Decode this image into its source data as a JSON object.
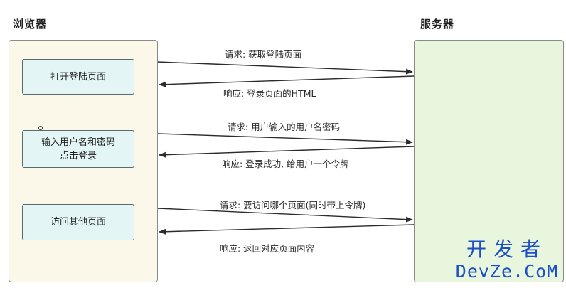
{
  "browser": {
    "title": "浏览器",
    "steps": [
      {
        "lines": [
          "打开登陆页面"
        ]
      },
      {
        "lines": [
          "输入用户名和密码",
          "点击登录"
        ]
      },
      {
        "lines": [
          "访问其他页面"
        ]
      }
    ]
  },
  "server": {
    "title": "服务器"
  },
  "messages": [
    {
      "direction": "request",
      "label": "请求: 获取登陆页面"
    },
    {
      "direction": "response",
      "label": "响应: 登录页面的HTML"
    },
    {
      "direction": "request",
      "label": "请求: 用户输入的用户名密码"
    },
    {
      "direction": "response",
      "label": "响应: 登录成功, 给用户一个令牌"
    },
    {
      "direction": "request",
      "label": "请求: 要访问哪个页面(同时带上令牌)"
    },
    {
      "direction": "response",
      "label": "响应: 返回对应页面内容"
    }
  ],
  "watermark": {
    "line1": "开发者",
    "line2": "DevZe.CoM"
  },
  "colors": {
    "browser_lane": "#fbf8ea",
    "server_lane": "#e7f6dc",
    "step_box": "#e4f5f6",
    "arrow": "#2b2b2b",
    "watermark": "#1d4fc4"
  }
}
